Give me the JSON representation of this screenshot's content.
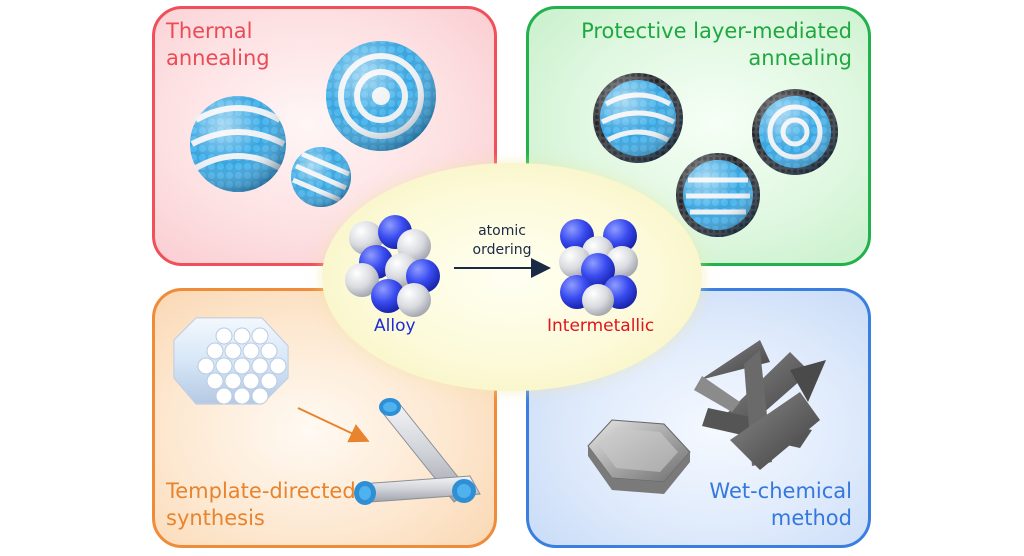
{
  "panels": {
    "thermal": {
      "title": "Thermal\nannealing",
      "color": "#f0505a"
    },
    "protective": {
      "title": "Protective layer-mediated\nannealing",
      "color": "#22b14c"
    },
    "template": {
      "title": "Template-directed\nsynthesis",
      "color": "#ef8c3a"
    },
    "wet": {
      "title": "Wet-chemical\nmethod",
      "color": "#3a7fe0"
    }
  },
  "center": {
    "alloy_label": "Alloy",
    "intermetallic_label": "Intermetallic",
    "arrow_label": "atomic\nordering",
    "alloy_color": "#1c2bd6",
    "intermetallic_color": "#e0141b"
  },
  "icons": [
    "nanoparticle-sphere",
    "coated-nanoparticle",
    "nanowire-bundle",
    "nanowire",
    "hexagonal-plate",
    "flower-nanostructure",
    "unit-cell"
  ]
}
